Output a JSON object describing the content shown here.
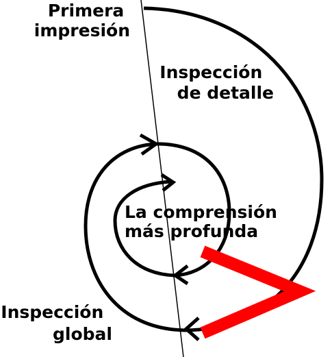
{
  "labels": {
    "first_impression": [
      "Primera",
      "impresión"
    ],
    "detail_inspection": [
      "Inspección",
      "de detalle"
    ],
    "deeper_understanding": [
      "La comprensión",
      "más profunda"
    ],
    "global_inspection": [
      "Inspección",
      "global"
    ]
  },
  "colors": {
    "ink": "#000000",
    "arrow_red": "#ff0000",
    "background": "#ffffff"
  }
}
